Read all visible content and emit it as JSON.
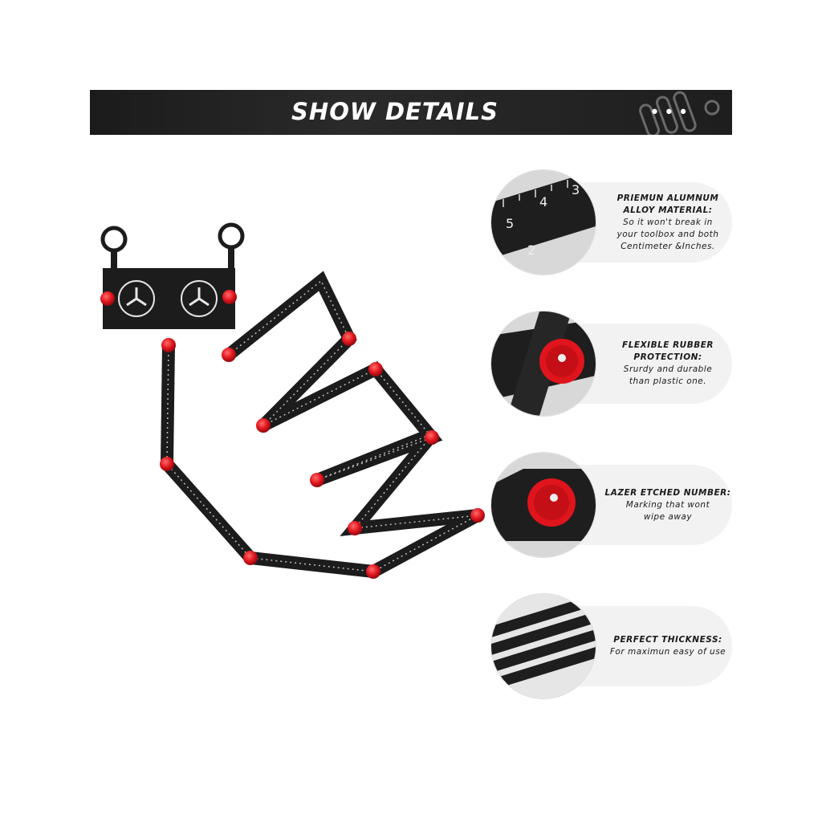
{
  "banner": {
    "title": "SHOW DETAILS",
    "dots": "• • •"
  },
  "features": [
    {
      "heading_lines": [
        "PRIEMUN ALUMNUM",
        "ALLOY MATERIAL:"
      ],
      "body_lines": [
        "So it won't break in",
        "your toolbox and both",
        "Centimeter &Inches."
      ],
      "icon": "ruler-scale-closeup"
    },
    {
      "heading_lines": [
        "FLEXIBLE RUBBER",
        "PROTECTION:"
      ],
      "body_lines": [
        "Srurdy and durable",
        "than plastic one."
      ],
      "icon": "red-knob-closeup"
    },
    {
      "heading_lines": [
        "LAZER ETCHED NUMBER:"
      ],
      "body_lines": [
        "Marking that wont",
        "wipe away"
      ],
      "icon": "etched-number-closeup"
    },
    {
      "heading_lines": [
        "PERFECT THICKNESS:"
      ],
      "body_lines": [
        "For maximun easy of use"
      ],
      "icon": "stacked-arms-closeup"
    }
  ],
  "ruler_numbers": [
    "3",
    "4",
    "5",
    "2"
  ],
  "colors": {
    "banner_bg": "#1e1e1e",
    "knob_red": "#e0141c",
    "tool_black": "#1c1c1c",
    "pill_bg": "#f2f2f2"
  }
}
